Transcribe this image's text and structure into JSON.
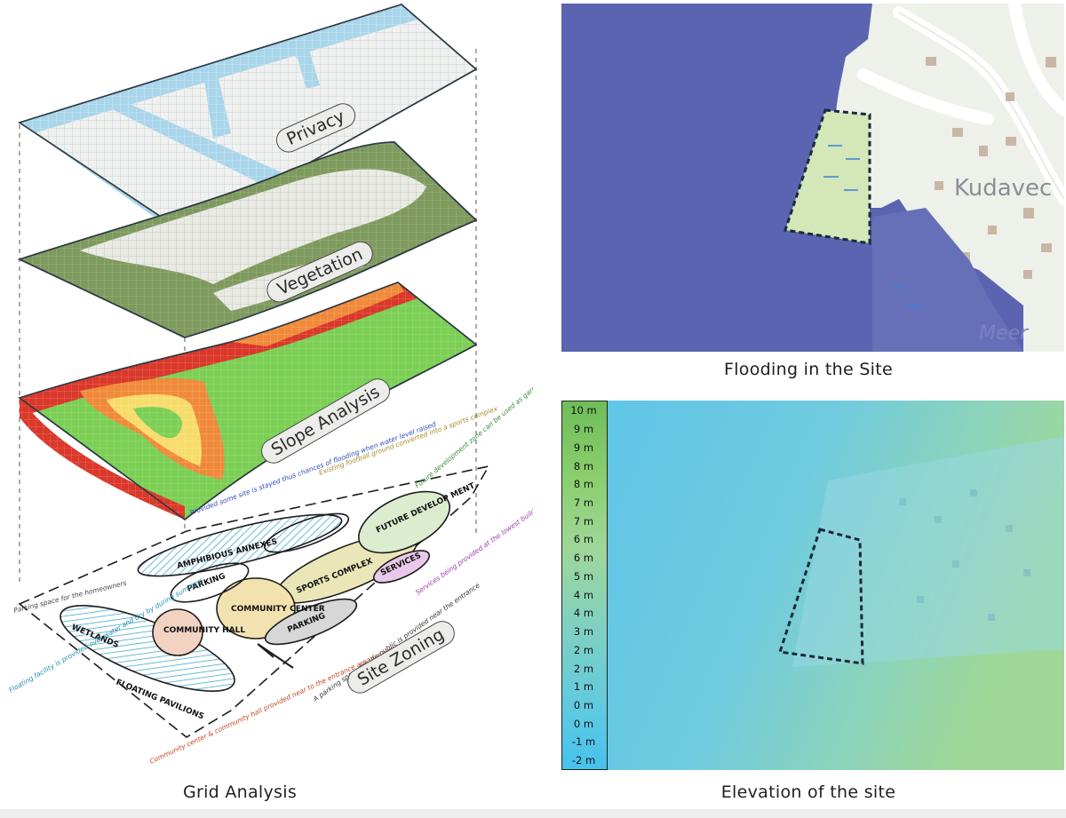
{
  "layers": {
    "privacy": "Privacy",
    "vegetation": "Vegetation",
    "slope": "Slope Analysis",
    "zoning": "Site Zoning"
  },
  "zones": [
    "AMPHIBIOUS ANNEXES",
    "WETLANDS",
    "SPORTS COMPLEX",
    "FUTURE DEVELOP MENT",
    "PARKING",
    "COMMUNITY CENTER",
    "COMMUNITY HALL",
    "SERVICES",
    "PARKING",
    "FLOATING PAVILIONS"
  ],
  "notes": {
    "amphibious": "Provided some site is stayed thus chances of flooding when water level raised",
    "football": "Existing football ground converted into a sports complex",
    "future": "Future development zone can be used as garden / landscaping area",
    "services": "Services being provided at the lowest buildable point in the site",
    "parking_homeowners": "Parking space for the homeowners",
    "parking_public": "A parking space for the public is provided near the entrance",
    "floating": "Floating facility is provided over water and dry by during summers",
    "community": "Community center & community hall provided near to the entrance area for easy public access"
  },
  "map": {
    "place_label": "Kudavec",
    "water_label": "Meer"
  },
  "elevation_scale": [
    "10 m",
    "9 m",
    "9 m",
    "8 m",
    "8 m",
    "7 m",
    "7 m",
    "6 m",
    "6 m",
    "5 m",
    "4 m",
    "4 m",
    "3 m",
    "2 m",
    "2 m",
    "1 m",
    "0 m",
    "0 m",
    "-1 m",
    "-2 m"
  ],
  "captions": {
    "grid": "Grid Analysis",
    "flooding": "Flooding in the Site",
    "elevation": "Elevation of the site"
  },
  "colors": {
    "flood_water": "#5a64b0",
    "map_land": "#eef0ea",
    "slope_red": "#d9382a",
    "slope_orange": "#f08a3a",
    "slope_yellow": "#f7dc6b",
    "slope_green": "#7ccf55",
    "vegetation_green": "#7f9a5e",
    "privacy_blue": "#a9d5ea",
    "elevation_water": "#5ec4e8"
  }
}
